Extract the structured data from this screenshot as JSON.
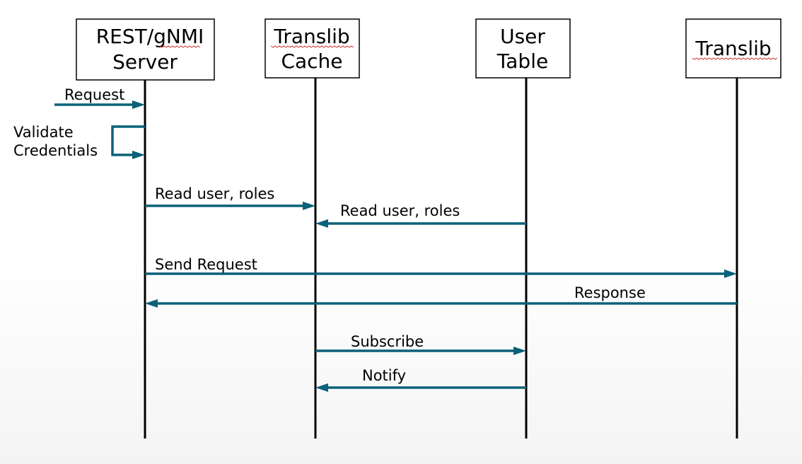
{
  "lifelines": [
    {
      "id": "rest",
      "lines": [
        "REST/gNMI",
        "Server"
      ],
      "spellcheck_word": "gNMI"
    },
    {
      "id": "cache",
      "lines": [
        "Translib",
        "Cache"
      ],
      "spellcheck_word": "Translib"
    },
    {
      "id": "usertable",
      "lines": [
        "User",
        "Table"
      ],
      "spellcheck_word": ""
    },
    {
      "id": "translib",
      "lines": [
        "Translib"
      ],
      "spellcheck_word": "Translib"
    }
  ],
  "messages": [
    {
      "id": "request",
      "label": "Request",
      "from": "external",
      "to": "rest"
    },
    {
      "id": "validate",
      "label_lines": [
        "Validate",
        "Credentials"
      ],
      "from": "rest",
      "to": "rest",
      "self": true
    },
    {
      "id": "read-user-roles-1",
      "label": "Read user, roles",
      "from": "rest",
      "to": "cache"
    },
    {
      "id": "read-user-roles-2",
      "label": "Read user, roles",
      "from": "usertable",
      "to": "cache"
    },
    {
      "id": "send-request",
      "label": "Send Request",
      "from": "rest",
      "to": "translib"
    },
    {
      "id": "response",
      "label": "Response",
      "from": "translib",
      "to": "rest"
    },
    {
      "id": "subscribe",
      "label": "Subscribe",
      "from": "cache",
      "to": "usertable"
    },
    {
      "id": "notify",
      "label": "Notify",
      "from": "usertable",
      "to": "cache"
    }
  ],
  "colors": {
    "arrow": "#0a6179",
    "lifeline": "#000000",
    "spellcheck": "#d0342c"
  }
}
